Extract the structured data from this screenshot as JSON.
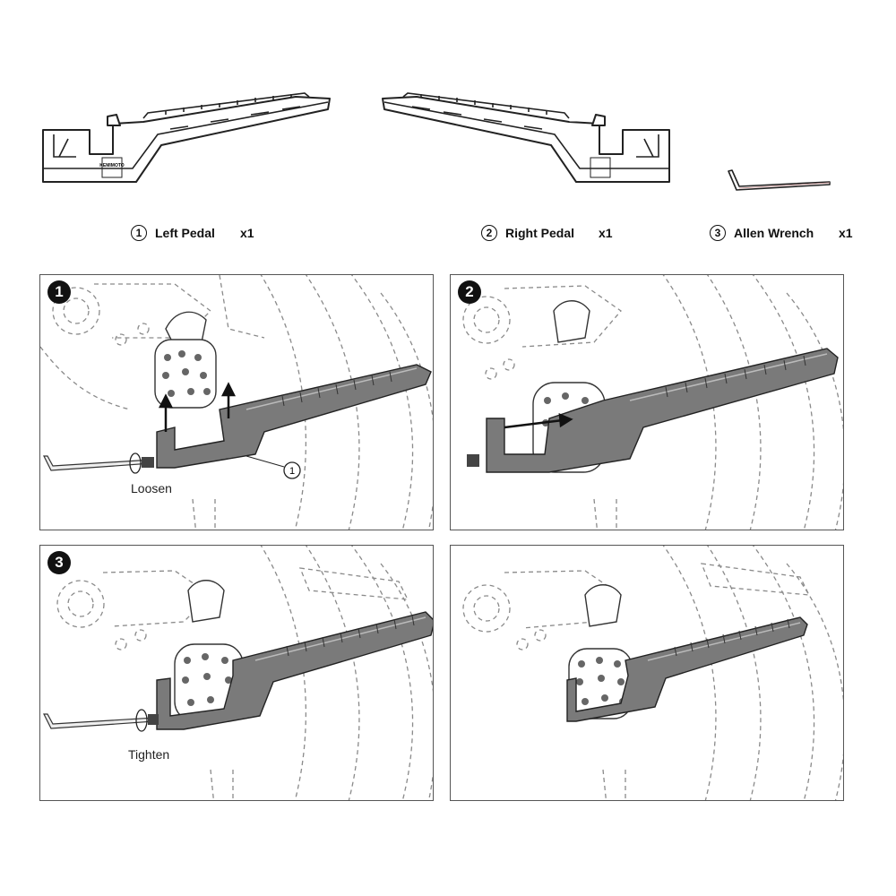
{
  "parts": [
    {
      "number": "1",
      "label": "Left Pedal",
      "qty": "x1"
    },
    {
      "number": "2",
      "label": "Right Pedal",
      "qty": "x1"
    },
    {
      "number": "3",
      "label": "Allen Wrench",
      "qty": "x1"
    }
  ],
  "logo_text": "KEMIMOTO",
  "steps": [
    {
      "number": "1",
      "caption": "Loosen",
      "callout": "1"
    },
    {
      "number": "2"
    },
    {
      "number": "3",
      "caption": "Tighten"
    },
    {
      "number": ""
    }
  ]
}
